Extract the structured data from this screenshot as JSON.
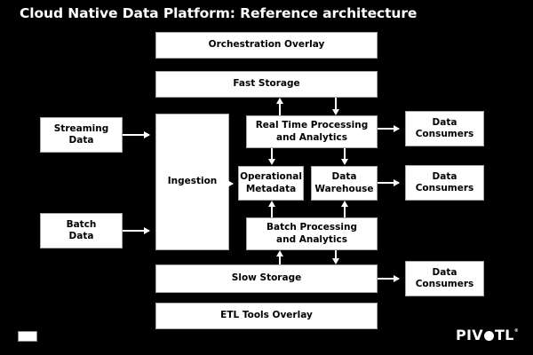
{
  "title": "Cloud Native Data Platform: Reference architecture",
  "colors": {
    "background": "#000000",
    "node_fill": "#ffffff",
    "node_text": "#000000",
    "node_border": "#a8a8a8",
    "connector": "#ffffff",
    "title_text": "#ffffff"
  },
  "nodes": {
    "orchestration_overlay": "Orchestration Overlay",
    "fast_storage": "Fast Storage",
    "streaming_data_line1": "Streaming",
    "streaming_data_line2": "Data",
    "batch_data_line1": "Batch",
    "batch_data_line2": "Data",
    "ingestion": "Ingestion",
    "realtime_line1": "Real Time Processing",
    "realtime_line2": "and Analytics",
    "operational_metadata_line1": "Operational",
    "operational_metadata_line2": "Metadata",
    "data_warehouse_line1": "Data",
    "data_warehouse_line2": "Warehouse",
    "batch_processing_line1": "Batch Processing",
    "batch_processing_line2": "and Analytics",
    "consumer_1_line1": "Data",
    "consumer_1_line2": "Consumers",
    "consumer_2_line1": "Data",
    "consumer_2_line2": "Consumers",
    "consumer_3_line1": "Data",
    "consumer_3_line2": "Consumers",
    "slow_storage": "Slow Storage",
    "etl_overlay": "ETL Tools Overlay"
  },
  "branding": {
    "logo_pre": "PIV",
    "logo_post": "TL",
    "trademark": "®"
  }
}
